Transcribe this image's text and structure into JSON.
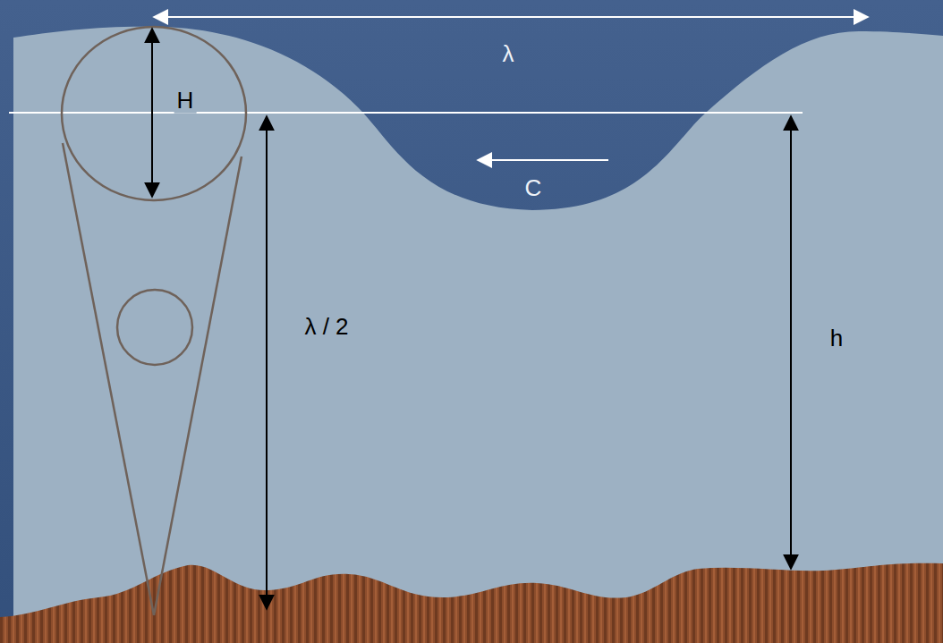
{
  "diagram": {
    "labels": [
      "λ",
      "H",
      "λ / 2",
      "C",
      "h"
    ]
  }
}
